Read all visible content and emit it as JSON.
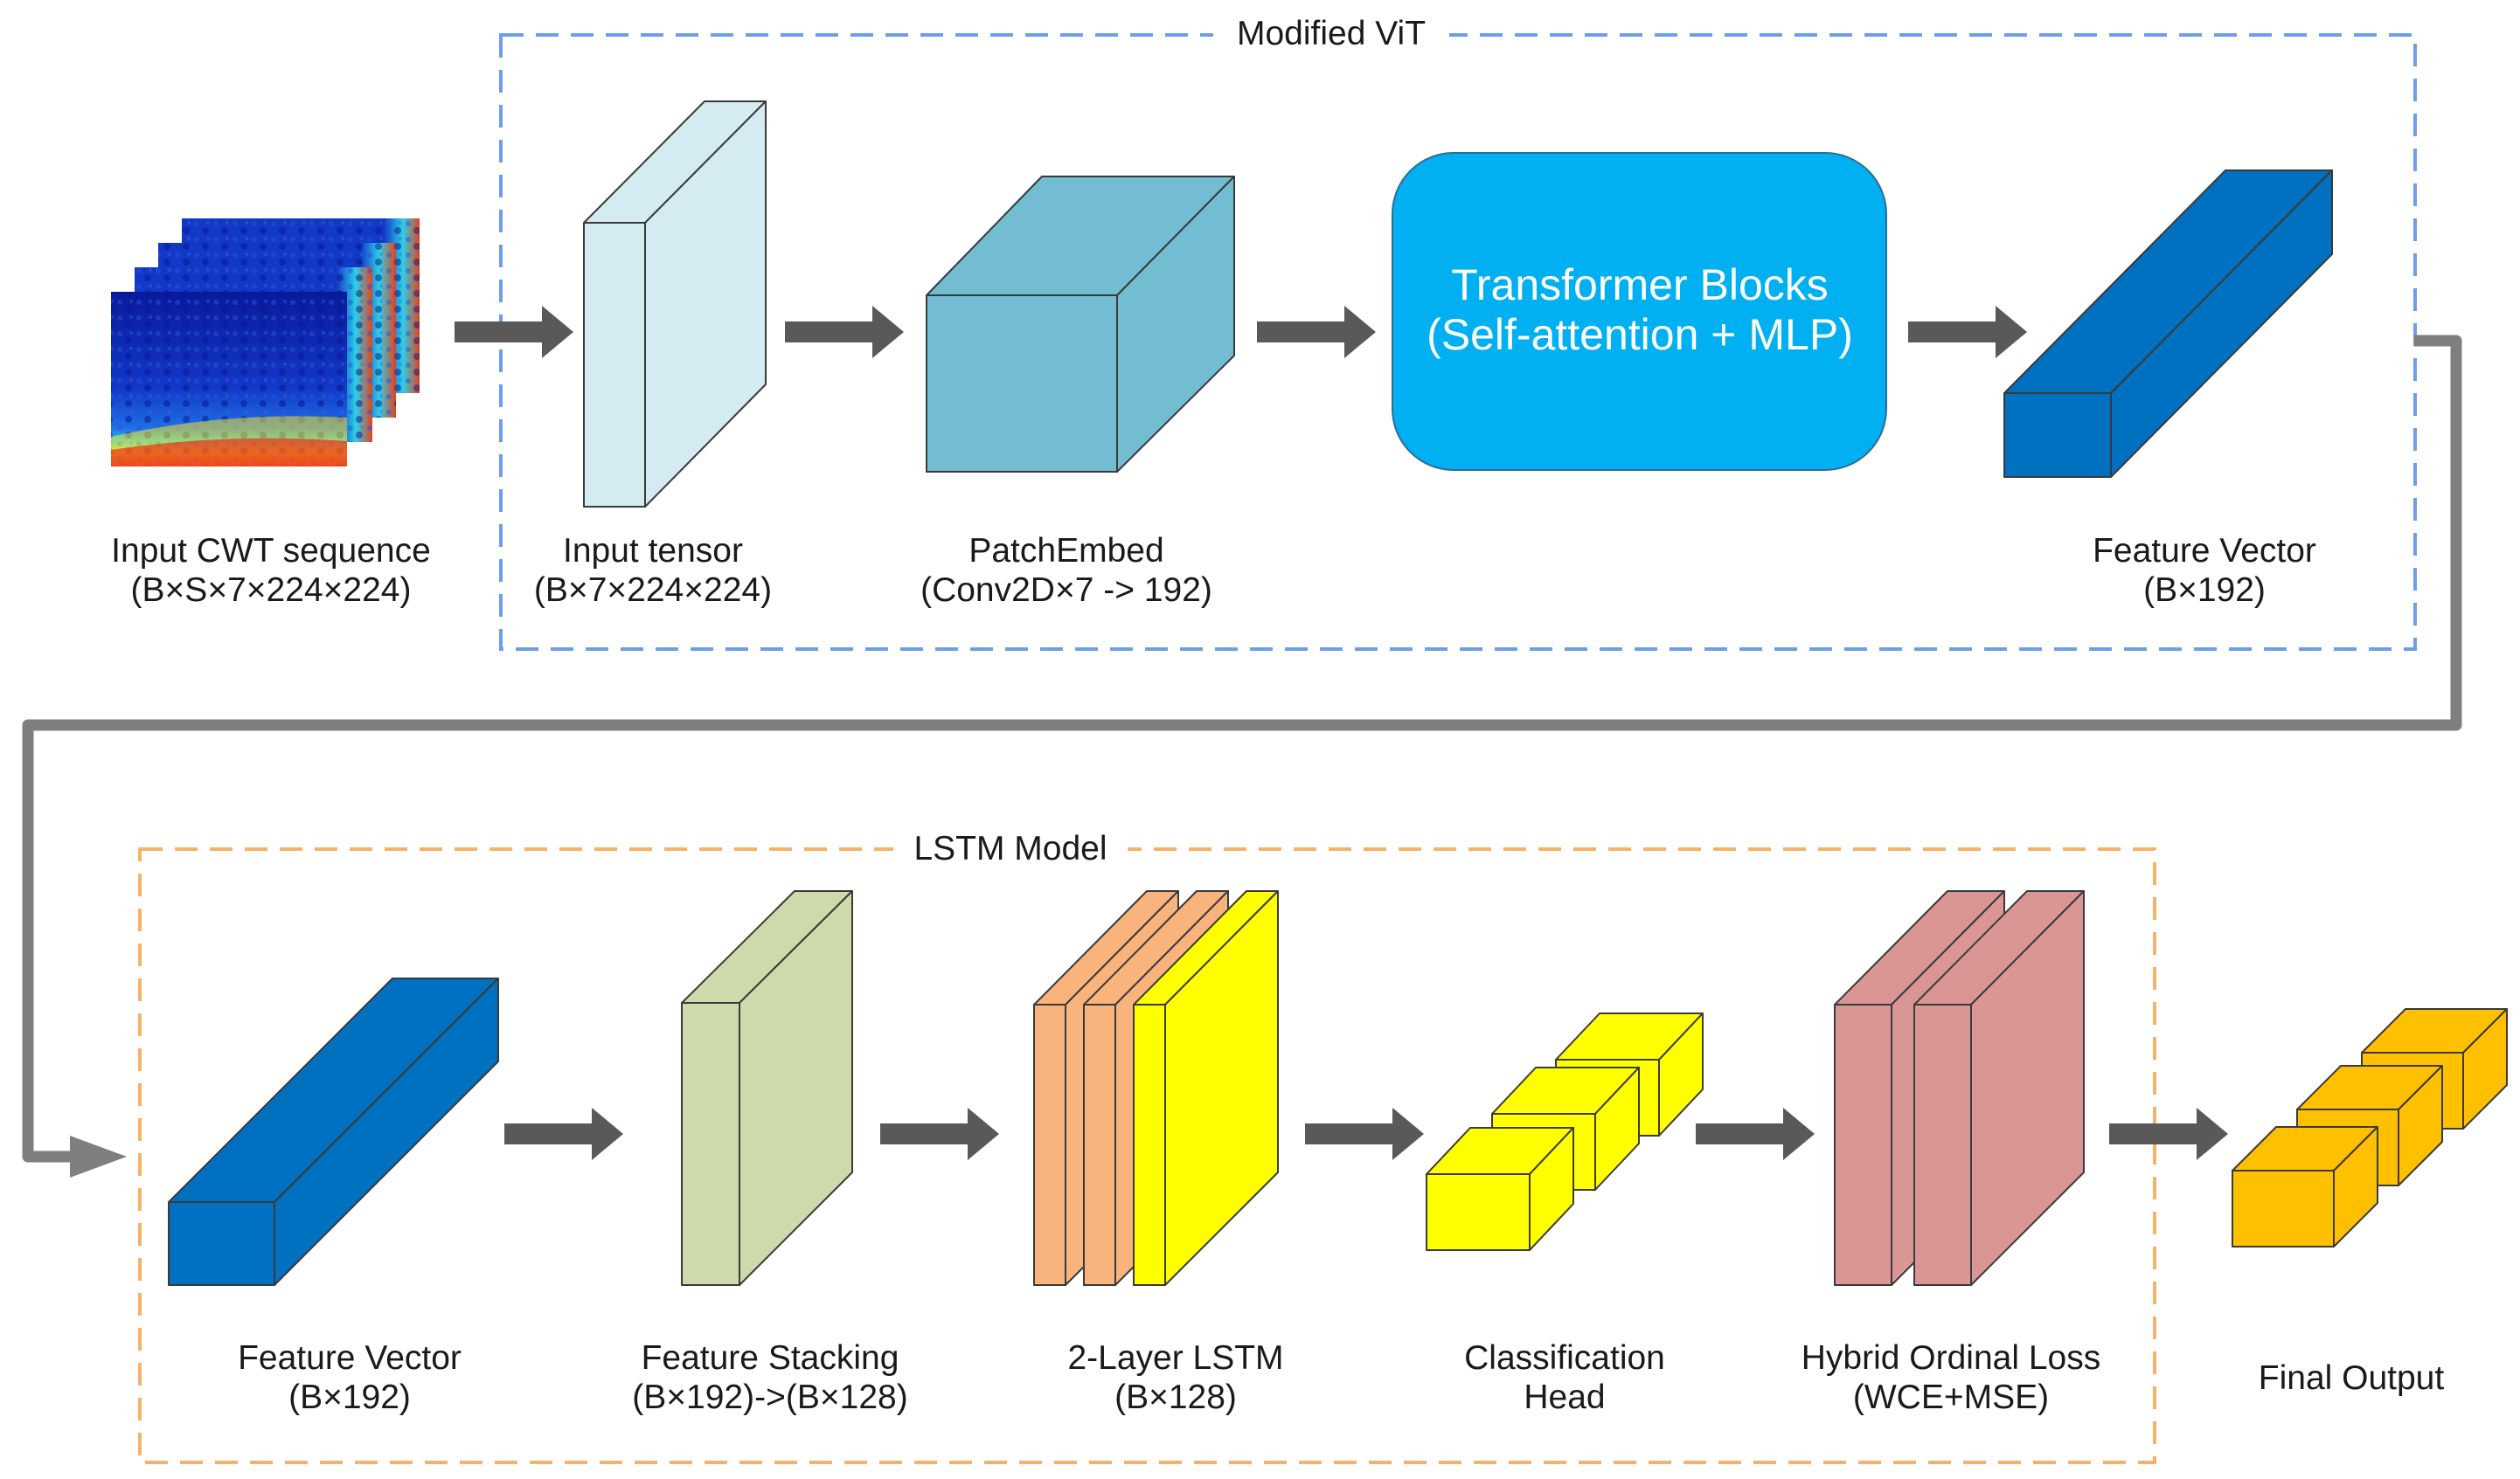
{
  "groups": {
    "vit": {
      "label": "Modified ViT",
      "color": "#6d9eeb"
    },
    "lstm": {
      "label": "LSTM Model",
      "color": "#f6b26b"
    }
  },
  "nodes": {
    "input_cwt": {
      "line1": "Input CWT sequence",
      "line2": "(B×S×7×224×224)"
    },
    "input_tensor": {
      "line1": "Input tensor",
      "line2": "(B×7×224×224)"
    },
    "patch_embed": {
      "line1": "PatchEmbed",
      "line2": "(Conv2D×7 -> 192)"
    },
    "transformer": {
      "line1": "Transformer Blocks",
      "line2": "(Self-attention + MLP)"
    },
    "feature_vector_top": {
      "line1": "Feature Vector",
      "line2": "(B×192)"
    },
    "feature_vector_bottom": {
      "line1": "Feature Vector",
      "line2": "(B×192)"
    },
    "feature_stacking": {
      "line1": "Feature Stacking",
      "line2": "(B×192)->(B×128)"
    },
    "lstm_2layer": {
      "line1": "2-Layer LSTM",
      "line2": "(B×128)"
    },
    "classification_head": {
      "line1": "Classification",
      "line2": "Head"
    },
    "hybrid_loss": {
      "line1": "Hybrid Ordinal Loss",
      "line2": "(WCE+MSE)"
    },
    "final_output": {
      "line1": "Final Output"
    }
  },
  "colors": {
    "arrow": "#595959",
    "connector": "#7f7f7f",
    "input_tensor": "#d5ebf2",
    "patch_embed": "#72bdd2",
    "transformer": "#00b0f0",
    "feature_vector": "#0070c0",
    "feature_stacking": "#cddbab",
    "lstm_orange": "#f8b47c",
    "lstm_yellow": "#ffff00",
    "classification_head": "#ffff00",
    "hybrid_loss": "#da9694",
    "final_output": "#ffc000"
  }
}
